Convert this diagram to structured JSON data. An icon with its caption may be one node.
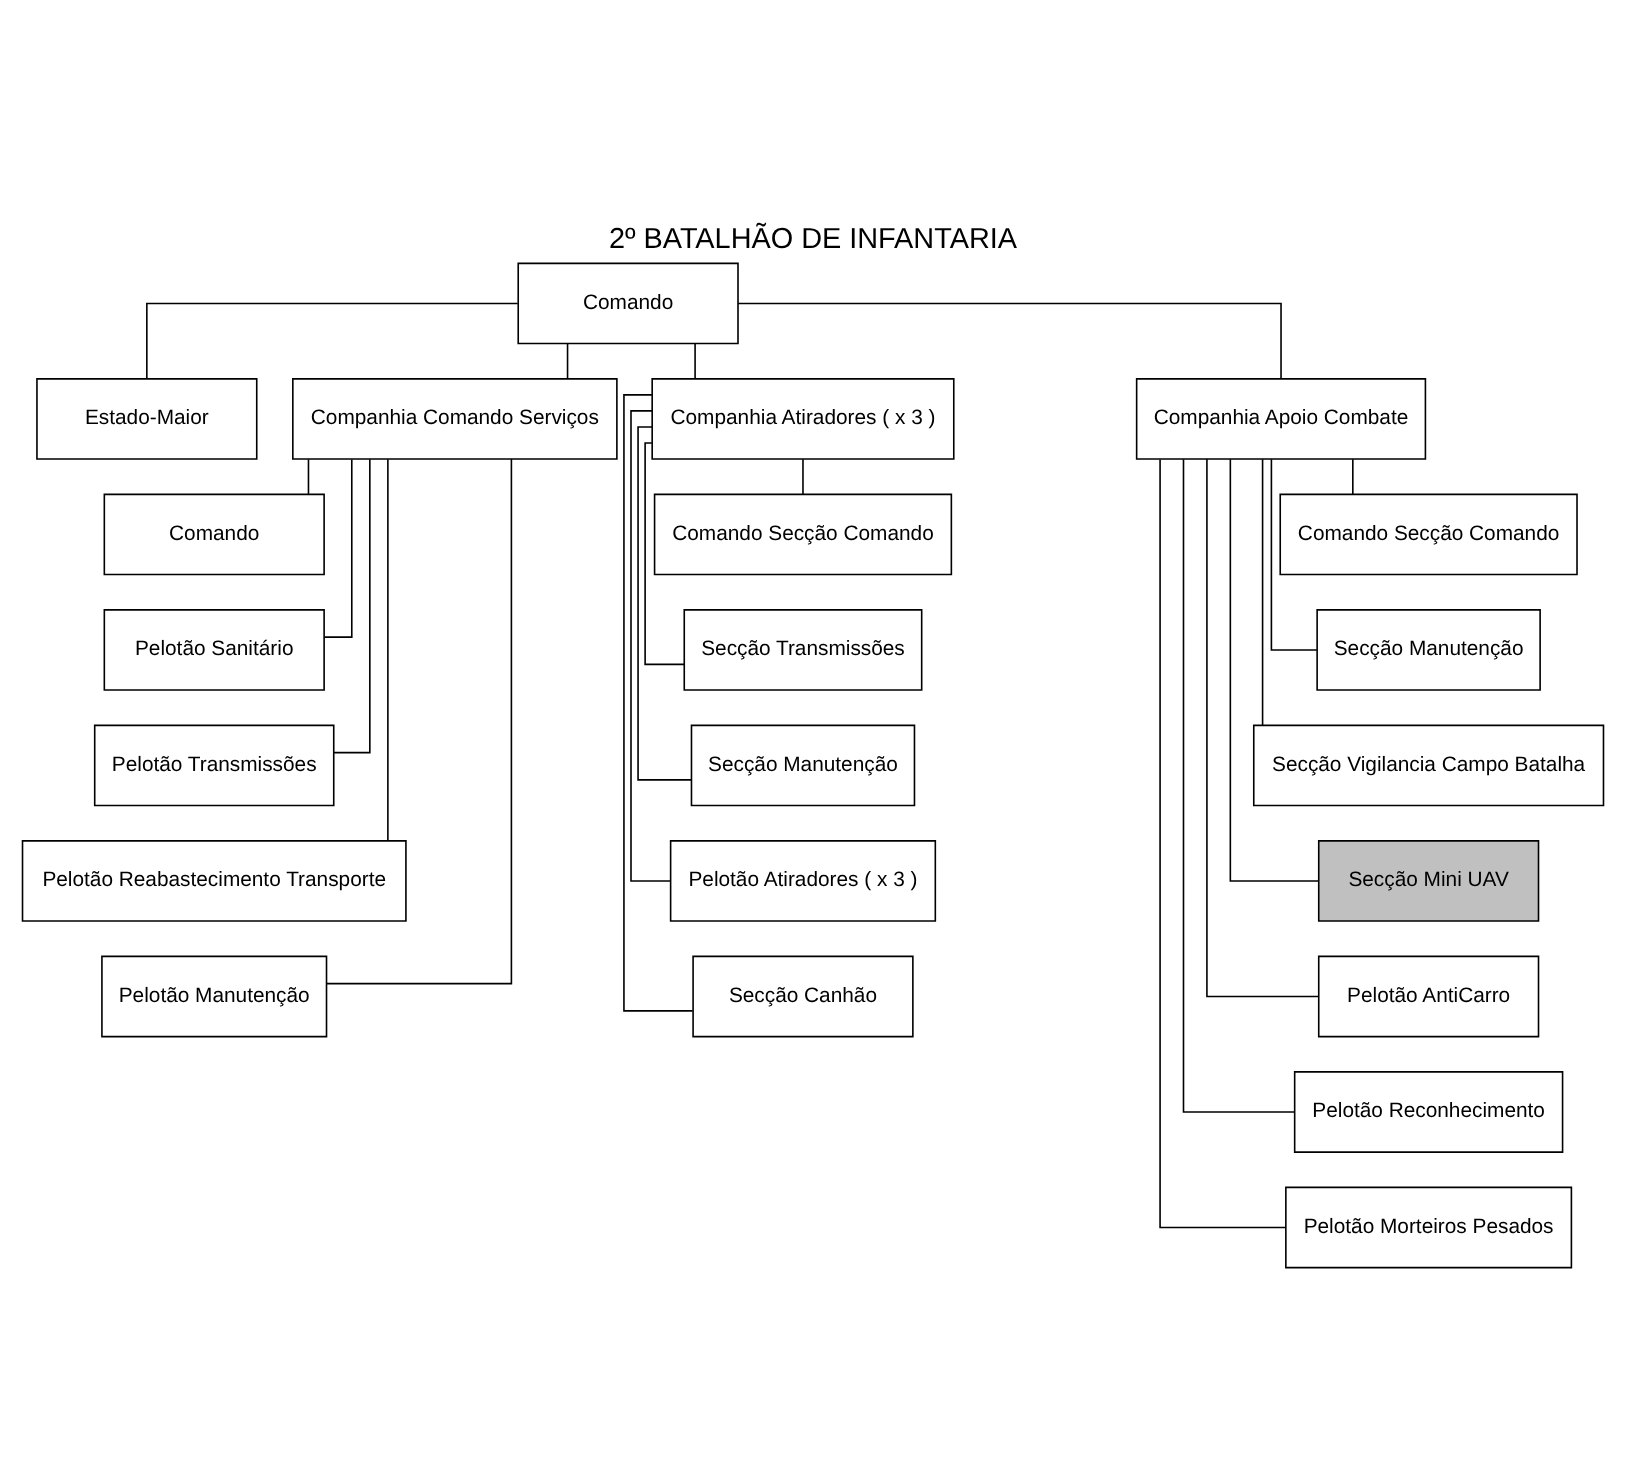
{
  "diagram": {
    "title": "2º BATALHÃO DE INFANTARIA",
    "nodes": [
      {
        "text": [
          "Comando"
        ]
      },
      {
        "text": [
          "Estado-Maior"
        ]
      },
      {
        "text": [
          "Companhia Comando Serviços"
        ]
      },
      {
        "text": [
          "Companhia Atiradores ( x 3 )"
        ]
      },
      {
        "text": [
          "Companhia Apoio Combate"
        ]
      },
      {
        "text": [
          "Comando"
        ]
      },
      {
        "text": [
          "Pelotão Sanitário"
        ]
      },
      {
        "text": [
          "Pelotão Transmissões"
        ]
      },
      {
        "text": [
          "Pelotão Reabastecimento Transporte"
        ]
      },
      {
        "text": [
          "Pelotão Manutenção"
        ]
      },
      {
        "text": [
          "Comando Secção Comando"
        ]
      },
      {
        "text": [
          "Secção Transmissões"
        ]
      },
      {
        "text": [
          "Secção Manutenção"
        ]
      },
      {
        "text": [
          "Pelotão Atiradores ( x 3 )"
        ]
      },
      {
        "text": [
          "Secção Canhão"
        ]
      },
      {
        "text": [
          "Comando Secção Comando"
        ]
      },
      {
        "text": [
          "Secção Manutenção"
        ]
      },
      {
        "text": [
          "Secção Vigilancia Campo Batalha"
        ]
      },
      {
        "text": [
          "Secção Mini UAV"
        ]
      },
      {
        "text": [
          "Pelotão AntiCarro"
        ]
      },
      {
        "text": [
          "Pelotão Reconhecimento"
        ]
      },
      {
        "text": [
          "Pelotão Morteiros Pesados"
        ]
      }
    ],
    "edges": [
      {
        "from": 0,
        "to": 1,
        "arrow": "none"
      },
      {
        "from": 0,
        "to": 2,
        "arrow": "none"
      },
      {
        "from": 0,
        "to": 3,
        "arrow": "none"
      },
      {
        "from": 0,
        "to": 4,
        "arrow": "none"
      },
      {
        "from": 2,
        "to": 5,
        "arrow": "none"
      },
      {
        "from": 2,
        "to": 6,
        "arrow": "none"
      },
      {
        "from": 2,
        "to": 7,
        "arrow": "none"
      },
      {
        "from": 2,
        "to": 8,
        "arrow": "none"
      },
      {
        "from": 2,
        "to": 9,
        "arrow": "none"
      },
      {
        "from": 3,
        "to": 10,
        "arrow": "none"
      },
      {
        "from": 3,
        "to": 11,
        "arrow": "none"
      },
      {
        "from": 3,
        "to": 12,
        "arrow": "none"
      },
      {
        "from": 3,
        "to": 13,
        "arrow": "none"
      },
      {
        "from": 3,
        "to": 14,
        "arrow": "none"
      },
      {
        "from": 4,
        "to": 15,
        "arrow": "none"
      },
      {
        "from": 4,
        "to": 16,
        "arrow": "none"
      },
      {
        "from": 4,
        "to": 17,
        "arrow": "none"
      },
      {
        "from": 4,
        "to": 18,
        "arrow": "none"
      },
      {
        "from": 4,
        "to": 19,
        "arrow": "none"
      },
      {
        "from": 4,
        "to": 20,
        "arrow": "none"
      },
      {
        "from": 4,
        "to": 21,
        "arrow": "none"
      }
    ]
  }
}
